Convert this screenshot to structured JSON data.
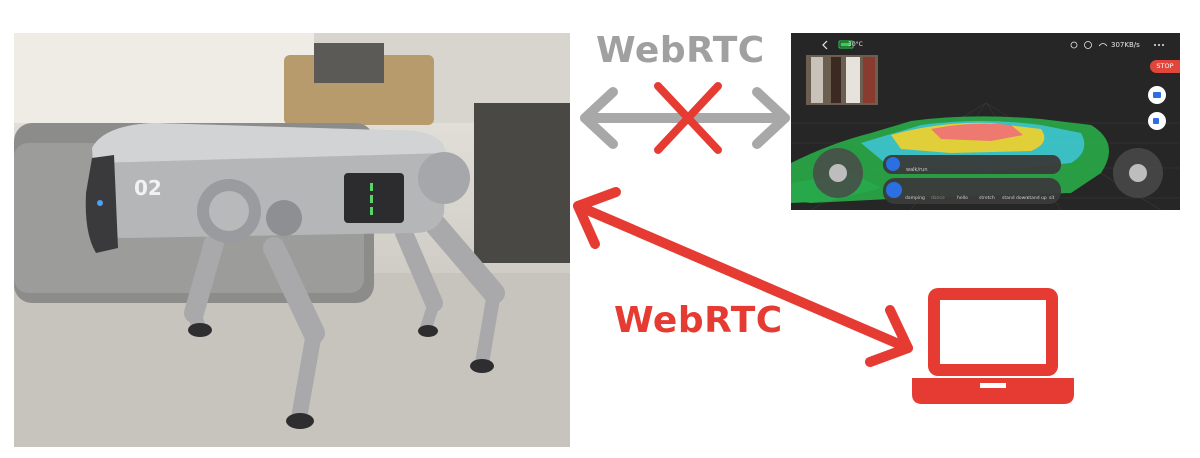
{
  "labels": {
    "webrtc_top": "WebRTC",
    "webrtc_bottom": "WebRTC"
  },
  "robot": {
    "body_number": "02"
  },
  "app": {
    "temperature": "30°C",
    "network_speed": "307KB/s",
    "stop_label": "STOP",
    "panel_row1_item": "walk/run",
    "panel_actions": [
      "damping",
      "dance",
      "hello",
      "stretch",
      "stand down",
      "stand up",
      "sit"
    ]
  },
  "colors": {
    "blocked_arrow": "#a8a8a8",
    "blocked_cross": "#e53b32",
    "active_arrow": "#e53b32",
    "laptop": "#e53b32",
    "label_gray": "#a0a0a0",
    "label_red": "#e53b32"
  },
  "icons": {
    "blocked_connection": "cross-icon",
    "client": "laptop-icon"
  }
}
